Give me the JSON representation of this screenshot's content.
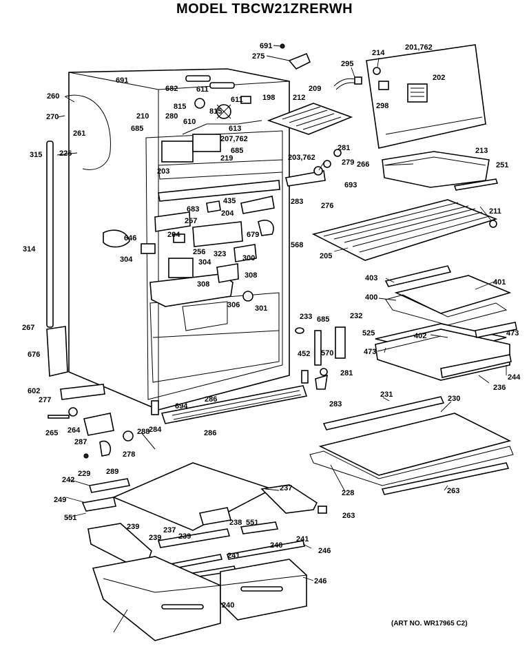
{
  "title": "MODEL TBCW21ZRERWH",
  "art_no": "(ART NO. WR17965 C2)",
  "callouts": [
    "691",
    "275",
    "295",
    "214",
    "201,762",
    "691",
    "682",
    "611",
    "198",
    "212",
    "209",
    "202",
    "260",
    "611",
    "815",
    "298",
    "270",
    "210",
    "280",
    "815",
    "610",
    "613",
    "261",
    "685",
    "207,762",
    "226",
    "685",
    "281",
    "315",
    "219",
    "203,762",
    "266",
    "213",
    "203",
    "279",
    "251",
    "693",
    "435",
    "283",
    "276",
    "683",
    "204",
    "211",
    "257",
    "204",
    "679",
    "646",
    "256",
    "568",
    "323",
    "314",
    "304",
    "304",
    "300",
    "205",
    "308",
    "308",
    "403",
    "401",
    "306",
    "301",
    "400",
    "233",
    "685",
    "232",
    "267",
    "525",
    "402",
    "473",
    "570",
    "473",
    "676",
    "452",
    "281",
    "244",
    "236",
    "602",
    "277",
    "286",
    "694",
    "283",
    "231",
    "230",
    "265",
    "264",
    "287",
    "288",
    "284",
    "286",
    "278",
    "289",
    "229",
    "228",
    "263",
    "242",
    "237",
    "249",
    "263",
    "551",
    "239",
    "238",
    "237",
    "239",
    "239",
    "551",
    "241",
    "241",
    "240",
    "246",
    "246",
    "240"
  ]
}
